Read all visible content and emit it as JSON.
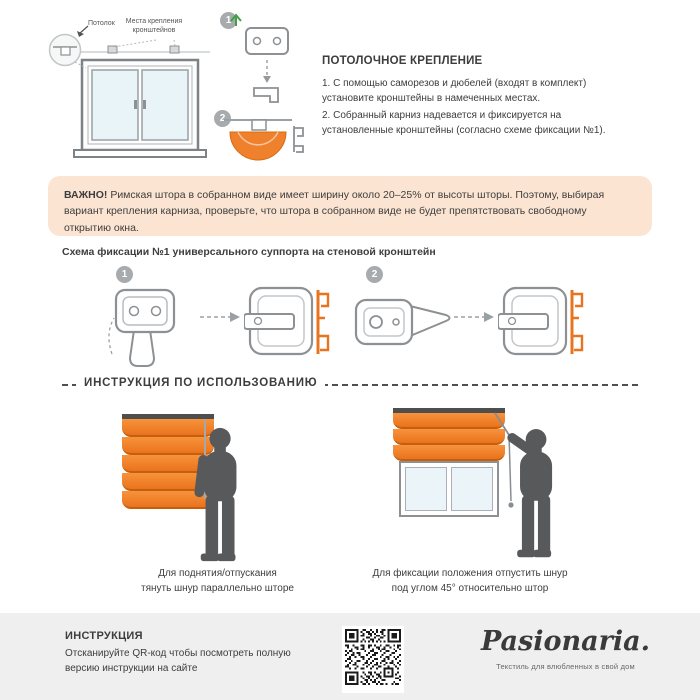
{
  "colors": {
    "accent": "#ef7f22",
    "peach": "#fbe5d2",
    "silhouette": "#58595b",
    "footer_bg": "#efefef",
    "badge": "#a7abae"
  },
  "install": {
    "badge1": "1",
    "badge2": "2",
    "labels": {
      "ceiling": "Потолок",
      "mounts": "Места крепления\nкронштейнов"
    },
    "heading": "ПОТОЛОЧНОЕ КРЕПЛЕНИЕ",
    "step1_text": "1. С помощью саморезов и дюбелей (входят в комплект) установите кронштейны в намеченных местах.",
    "step2_text": "2. Собранный карниз надевается и фиксируется на установленные кронштейны (согласно схеме фиксации №1)."
  },
  "important": {
    "label": "ВАЖНО!",
    "text": "Римская штора в собранном виде имеет ширину около 20–25% от высоты шторы. Поэтому, выбирая вариант крепления карниза, проверьте, что штора в собранном виде не будет препятствовать свободному открытию окна."
  },
  "scheme": {
    "heading": "Схема фиксации №1 универсального суппорта на стеновой кронштейн",
    "badge1": "1",
    "badge2": "2"
  },
  "usage": {
    "title": "ИНСТРУКЦИЯ ПО ИСПОЛЬЗОВАНИЮ",
    "left_caption": "Для поднятия/отпускания\nтянуть шнур параллельно шторе",
    "right_caption": "Для фиксации положения отпустить шнур\nпод углом 45° относительно штор"
  },
  "footer": {
    "heading": "ИНСТРУКЦИЯ",
    "text": "Отсканируйте QR-код чтобы посмотреть полную версию инструкции на сайте",
    "brand": "Pasionaria.",
    "tagline": "Текстиль для влюбленных в свой дом"
  }
}
